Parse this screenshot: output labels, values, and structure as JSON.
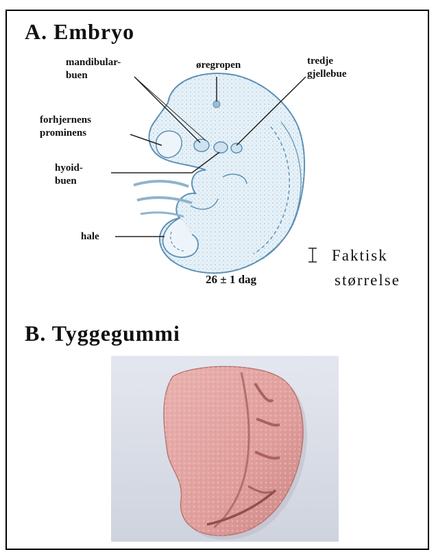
{
  "section_a": {
    "heading": "A. Embryo",
    "labels": {
      "mandibular_line1": "mandibular-",
      "mandibular_line2": "buen",
      "oregropen": "øregropen",
      "tredje_line1": "tredje",
      "tredje_line2": "gjellebue",
      "forhjernens_line1": "forhjernens",
      "forhjernens_line2": "prominens",
      "hyoid_line1": "hyoid-",
      "hyoid_line2": "buen",
      "hale": "hale"
    },
    "age_label": "26 ± 1 dag",
    "size_line1": "Faktisk",
    "size_line2": "størrelse"
  },
  "section_b": {
    "heading": "B. Tyggegummi"
  },
  "colors": {
    "embryo_stroke": "#5b8fb3",
    "embryo_fill": "#e6f1f8",
    "gum": "#e3a3a1",
    "gum_shadow": "#c27d7c",
    "photo_bg": "#d9dde8"
  }
}
